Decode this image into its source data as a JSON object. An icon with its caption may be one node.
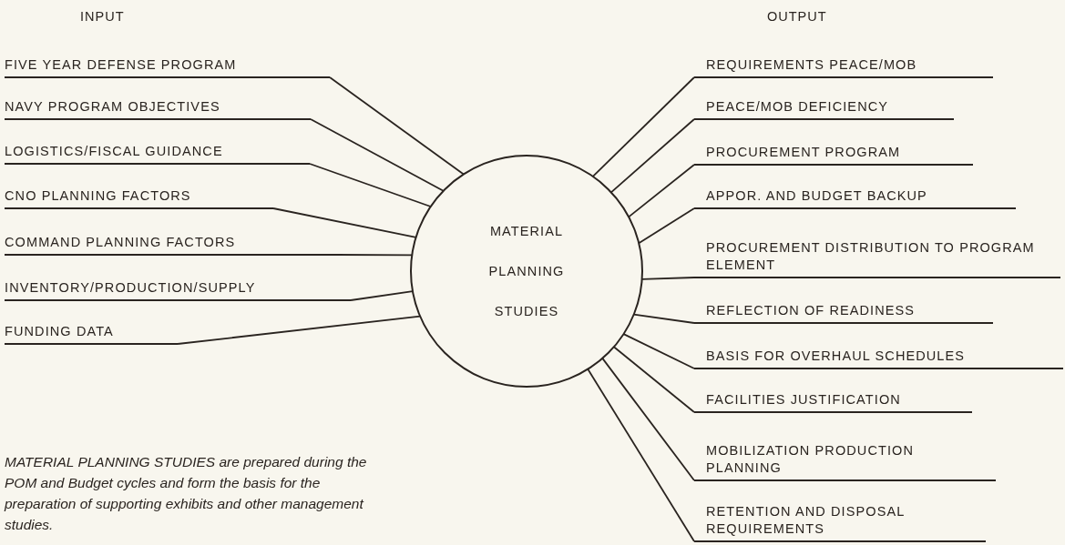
{
  "diagram": {
    "nodes": [
      {
        "text": [
          "MATERIAL PLANNING STUDIES"
        ]
      },
      {
        "text": [
          "FIVE YEAR DEFENSE PROGRAM"
        ]
      },
      {
        "text": [
          "NAVY PROGRAM OBJECTIVES"
        ]
      },
      {
        "text": [
          "LOGISTICS/FISCAL GUIDANCE"
        ]
      },
      {
        "text": [
          "CNO PLANNING FACTORS"
        ]
      },
      {
        "text": [
          "COMMAND PLANNING FACTORS"
        ]
      },
      {
        "text": [
          "INVENTORY/PRODUCTION/SUPPLY"
        ]
      },
      {
        "text": [
          "FUNDING DATA"
        ]
      },
      {
        "text": [
          "REQUIREMENTS PEACE/MOB"
        ]
      },
      {
        "text": [
          "PEACE/MOB DEFICIENCY"
        ]
      },
      {
        "text": [
          "PROCUREMENT PROGRAM"
        ]
      },
      {
        "text": [
          "APPOR. AND BUDGET BACKUP"
        ]
      },
      {
        "text": [
          "PROCUREMENT DISTRIBUTION TO PROGRAM ELEMENT"
        ]
      },
      {
        "text": [
          "REFLECTION OF READINESS"
        ]
      },
      {
        "text": [
          "BASIS FOR OVERHAUL SCHEDULES"
        ]
      },
      {
        "text": [
          "FACILITIES JUSTIFICATION"
        ]
      },
      {
        "text": [
          "MOBILIZATION PRODUCTION PLANNING"
        ]
      },
      {
        "text": [
          "RETENTION AND DISPOSAL REQUIREMENTS"
        ]
      }
    ],
    "edges": [
      {
        "from": 1,
        "to": 0,
        "arrow": "none"
      },
      {
        "from": 2,
        "to": 0,
        "arrow": "none"
      },
      {
        "from": 3,
        "to": 0,
        "arrow": "none"
      },
      {
        "from": 4,
        "to": 0,
        "arrow": "none"
      },
      {
        "from": 5,
        "to": 0,
        "arrow": "none"
      },
      {
        "from": 6,
        "to": 0,
        "arrow": "none"
      },
      {
        "from": 7,
        "to": 0,
        "arrow": "none"
      },
      {
        "from": 0,
        "to": 8,
        "arrow": "none"
      },
      {
        "from": 0,
        "to": 9,
        "arrow": "none"
      },
      {
        "from": 0,
        "to": 10,
        "arrow": "none"
      },
      {
        "from": 0,
        "to": 11,
        "arrow": "none"
      },
      {
        "from": 0,
        "to": 12,
        "arrow": "none"
      },
      {
        "from": 0,
        "to": 13,
        "arrow": "none"
      },
      {
        "from": 0,
        "to": 14,
        "arrow": "none"
      },
      {
        "from": 0,
        "to": 15,
        "arrow": "none"
      },
      {
        "from": 0,
        "to": 16,
        "arrow": "none"
      },
      {
        "from": 0,
        "to": 17,
        "arrow": "none"
      }
    ],
    "labels": [
      "INPUT",
      "OUTPUT",
      "MATERIAL PLANNING STUDIES are prepared during the POM and Budget cycles and form the basis for the preparation of supporting exhibits and other management studies."
    ]
  }
}
